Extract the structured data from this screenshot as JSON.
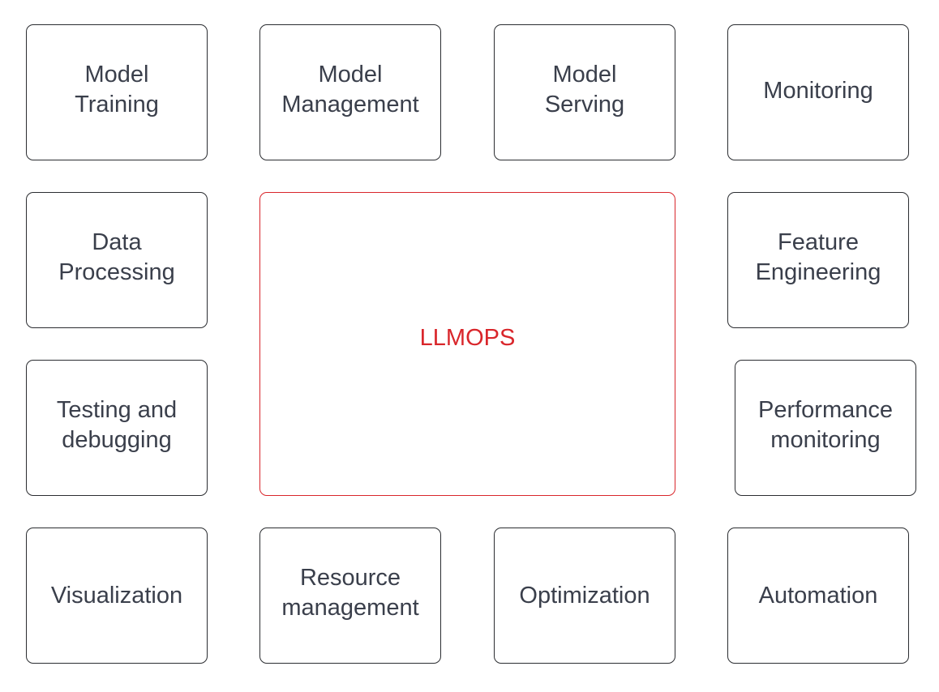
{
  "diagram": {
    "center": {
      "label": "LLMOPS"
    },
    "boxes": {
      "model_training": "Model\nTraining",
      "model_management": "Model\nManagement",
      "model_serving": "Model\nServing",
      "monitoring": "Monitoring",
      "data_processing": "Data\nProcessing",
      "feature_engineering": "Feature\nEngineering",
      "testing_debugging": "Testing and\ndebugging",
      "performance_monitoring": "Performance\nmonitoring",
      "visualization": "Visualization",
      "resource_management": "Resource\nmanagement",
      "optimization": "Optimization",
      "automation": "Automation"
    }
  },
  "colors": {
    "box_border": "#2b2d31",
    "box_text": "#3a3f4b",
    "accent_red": "#d9262b",
    "background": "#ffffff"
  }
}
